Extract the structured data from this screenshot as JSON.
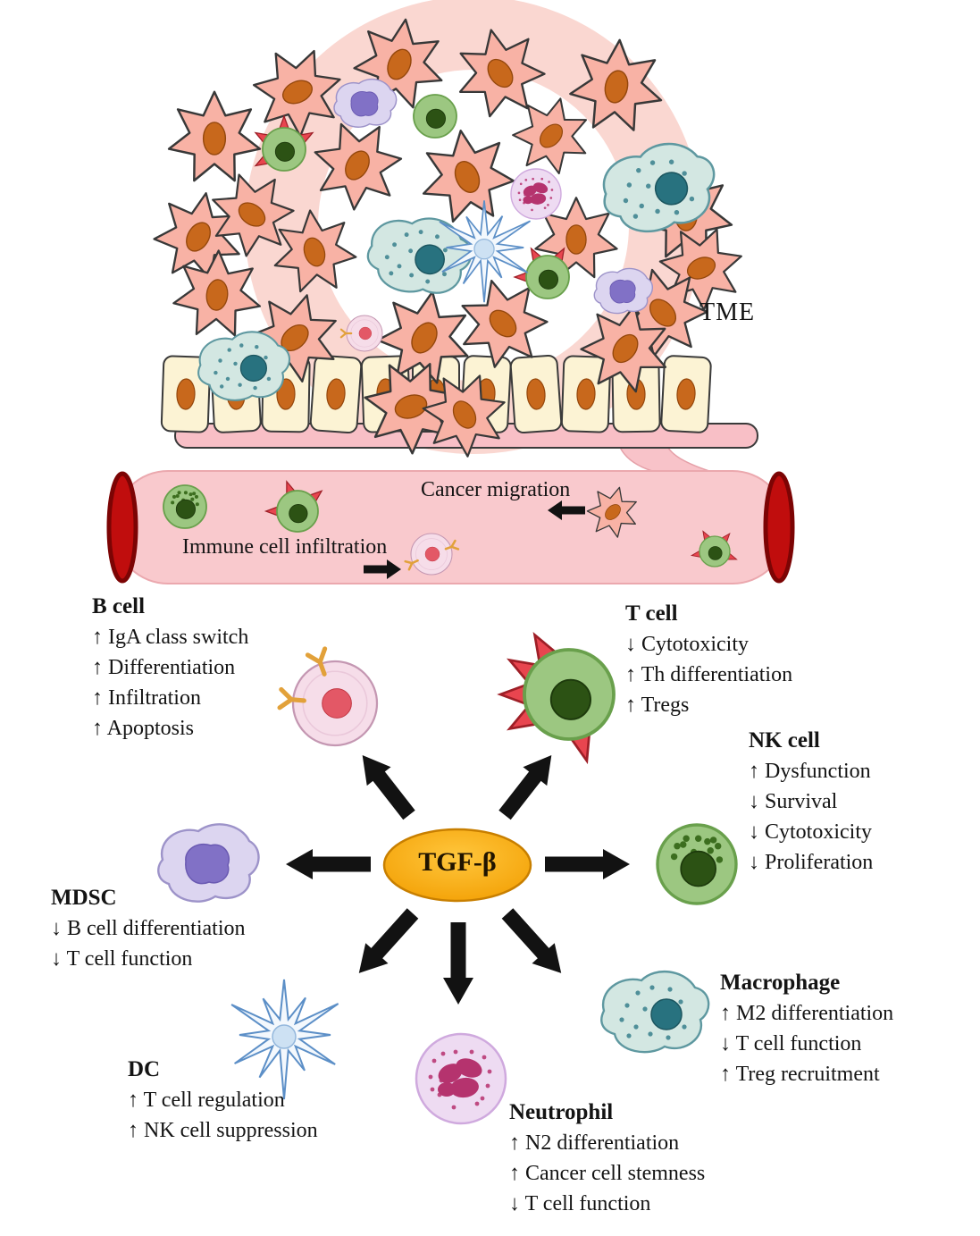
{
  "figure": {
    "tme_label": "TME",
    "vessel": {
      "cancer_migration_label": "Cancer migration",
      "immune_infiltration_label": "Immune cell infiltration"
    },
    "hub": {
      "label": "TGF-β"
    }
  },
  "cells": {
    "b": {
      "title": "B cell",
      "effects": [
        "↑ IgA class switch",
        "↑ Differentiation",
        "↑ Infiltration",
        "↑ Apoptosis"
      ]
    },
    "t": {
      "title": "T cell",
      "effects": [
        "↓ Cytotoxicity",
        "↑ Th differentiation",
        "↑ Tregs"
      ]
    },
    "nk": {
      "title": "NK cell",
      "effects": [
        "↑ Dysfunction",
        "↓ Survival",
        "↓ Cytotoxicity",
        "↓ Proliferation"
      ]
    },
    "mdsc": {
      "title": "MDSC",
      "effects": [
        "↓ B cell differentiation",
        "↓ T cell function"
      ]
    },
    "dc": {
      "title": "DC",
      "effects": [
        "↑ T cell regulation",
        "↑ NK cell suppression"
      ]
    },
    "neutrophil": {
      "title": "Neutrophil",
      "effects": [
        "↑ N2 differentiation",
        "↑ Cancer cell stemness",
        "↓ T cell function"
      ]
    },
    "macrophage": {
      "title": "Macrophage",
      "effects": [
        "↑ M2 differentiation",
        "↓ T cell function",
        "↑ Treg recruitment"
      ]
    }
  },
  "colors": {
    "hub_fill": "#F6A500",
    "cancer_cell": "#F8B2A5",
    "vessel": "#F9C9CD",
    "arrow": "#121212"
  }
}
